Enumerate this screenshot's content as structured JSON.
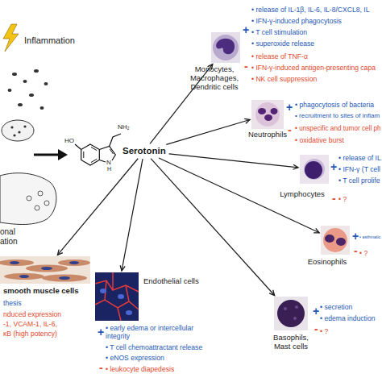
{
  "diagram": {
    "nodes": [
      {
        "text": [
          "Serotonin"
        ]
      },
      {
        "text": [
          "Monocytes, Macrophages, Dendritic cells"
        ]
      },
      {
        "text": [
          "Neutrophils"
        ]
      },
      {
        "text": [
          "Lymphocytes"
        ]
      },
      {
        "text": [
          "Eosinophils"
        ]
      },
      {
        "text": [
          "Basophils, Mast cells"
        ]
      },
      {
        "text": [
          "Endothelial cells"
        ]
      },
      {
        "text": [
          "smooth muscle cells"
        ]
      }
    ],
    "edges": [
      {
        "from": 0,
        "to": 1,
        "arrow": "to"
      },
      {
        "from": 0,
        "to": 2,
        "arrow": "to"
      },
      {
        "from": 0,
        "to": 3,
        "arrow": "to"
      },
      {
        "from": 0,
        "to": 4,
        "arrow": "to"
      },
      {
        "from": 0,
        "to": 5,
        "arrow": "to"
      },
      {
        "from": 0,
        "to": 6,
        "arrow": "to"
      },
      {
        "from": 0,
        "to": 7,
        "arrow": "to"
      }
    ],
    "labels": [
      "Inflammation",
      "onal ation",
      "HO",
      "NH₂",
      "N",
      "H",
      "+",
      "• release of IL-1β, IL-6, IL-8/CXCL8, IL",
      "• IFN-γ-induced phagocytosis",
      "• T cell stimulation",
      "• superoxide release",
      "-",
      "• release of TNF-α",
      "• IFN-γ-induced antigen-presenting capa",
      "• NK cell suppression",
      "+",
      "• phagocytosis of bacteria",
      "• recruitment to sites of inflam",
      "-",
      "• unspecific and tumor cell ph",
      "• oxidative burst",
      "+",
      "• release of IL",
      "• IFN-γ (T cell",
      "• T cell prolife",
      "-",
      "• ?",
      "+",
      "• asthmatic",
      "-",
      "• ?",
      "+",
      "• secretion",
      "• edema induction",
      "-",
      "• ?",
      "+",
      "• early edema or intercellular integrity",
      "• T cell chemoattractant release",
      "• eNOS expression",
      "-",
      "• leukocyte diapedesis",
      "thesis",
      "nduced expression",
      "-1, VCAM-1, IL-6,",
      "κB (high potency)"
    ]
  }
}
